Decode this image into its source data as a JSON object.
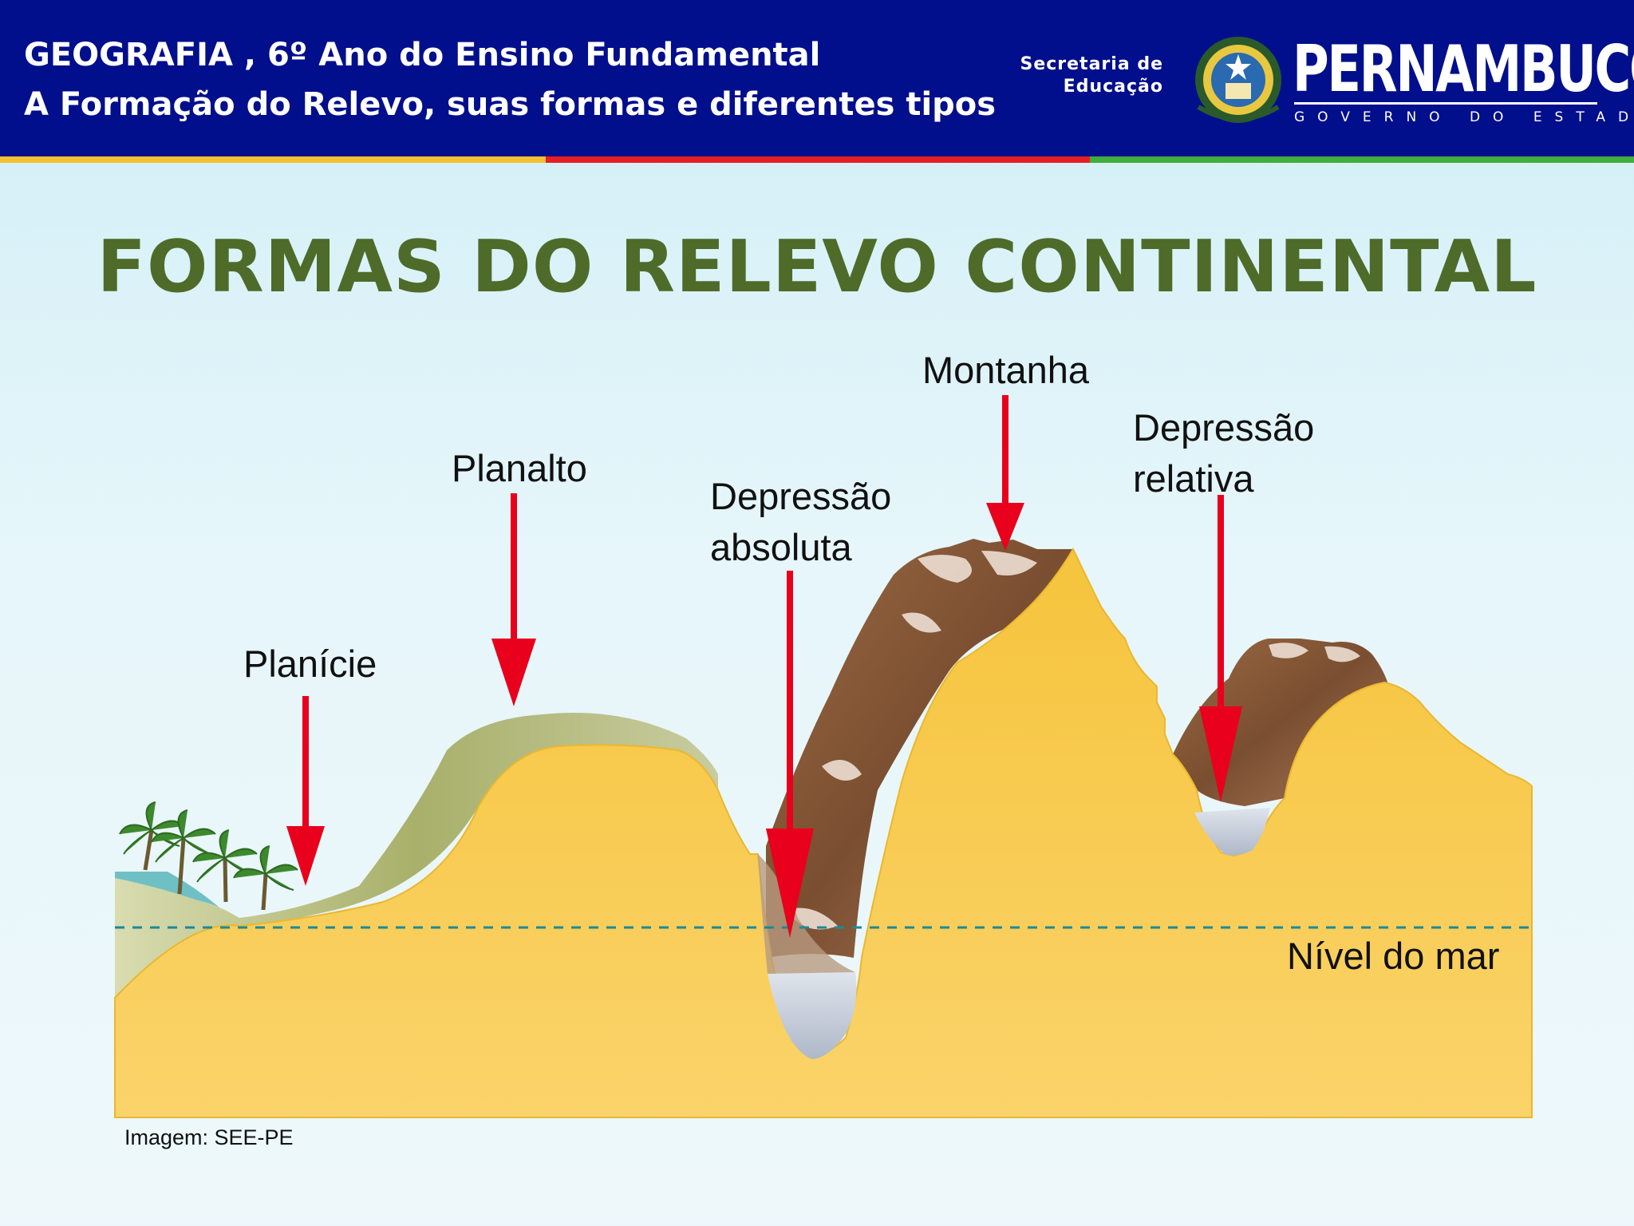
{
  "header": {
    "line1": "GEOGRAFIA , 6º Ano do Ensino Fundamental",
    "line2": "A  Formação do Relevo, suas formas e diferentes tipos",
    "secretaria_line1": "Secretaria de",
    "secretaria_line2": "Educação",
    "state_name": "PERNAMBUCO",
    "state_subtitle": "GOVERNO DO ESTADO"
  },
  "slide": {
    "title": "FORMAS DO RELEVO CONTINENTAL"
  },
  "diagram": {
    "labels": {
      "planicie": "Planície",
      "planalto": "Planalto",
      "depressao_absoluta_1": "Depressão",
      "depressao_absoluta_2": "absoluta",
      "montanha": "Montanha",
      "depressao_relativa_1": "Depressão",
      "depressao_relativa_2": "relativa",
      "nivel_do_mar": "Nível do mar"
    },
    "colors": {
      "terrain": "#f7c84a",
      "arrow": "#e8001c",
      "sea_level_line": "#1a8a9a",
      "mountain": "#8a5a3a",
      "plateau": "#a8b06a",
      "water": "#c4ccd8"
    }
  },
  "credit": "Imagem: SEE-PE"
}
